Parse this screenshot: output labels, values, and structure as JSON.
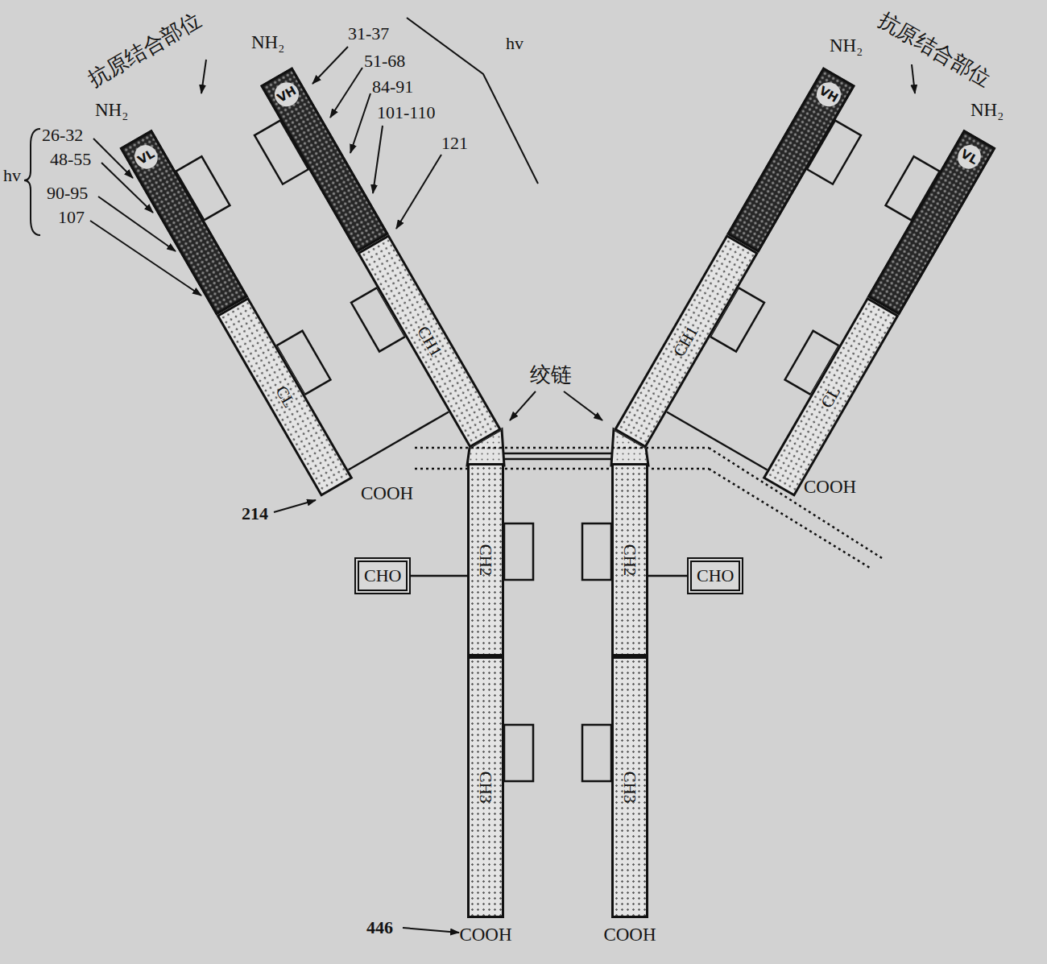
{
  "diagram": {
    "nodes": [
      {
        "text": [
          "VL"
        ]
      },
      {
        "text": [
          "CL"
        ]
      },
      {
        "text": [
          "VH"
        ]
      },
      {
        "text": [
          "CH1"
        ]
      },
      {
        "text": [
          "VH"
        ]
      },
      {
        "text": [
          "CH1"
        ]
      },
      {
        "text": [
          "VL"
        ]
      },
      {
        "text": [
          "CL"
        ]
      },
      {
        "text": [
          "CHO"
        ]
      },
      {
        "text": [
          "CH2"
        ]
      },
      {
        "text": [
          "CH3"
        ]
      },
      {
        "text": [
          "CH2"
        ]
      },
      {
        "text": [
          "CH3"
        ]
      },
      {
        "text": [
          "CHO"
        ]
      }
    ],
    "edges": [
      {
        "from": 8,
        "to": 9,
        "arrow": "none"
      },
      {
        "from": 13,
        "to": 11,
        "arrow": "none"
      }
    ],
    "labels": [
      "抗原结合部位",
      "NH₂",
      "NH₂",
      "31-37",
      "51-68",
      "84-91",
      "101-110",
      "hv",
      "121",
      "26-32",
      "48-55",
      "hv",
      "90-95",
      "107",
      "214",
      "COOH",
      "抗原结合部位",
      "NH₂",
      "NH₂",
      "COOH",
      "绞链",
      "446",
      "COOH",
      "COOH"
    ]
  }
}
